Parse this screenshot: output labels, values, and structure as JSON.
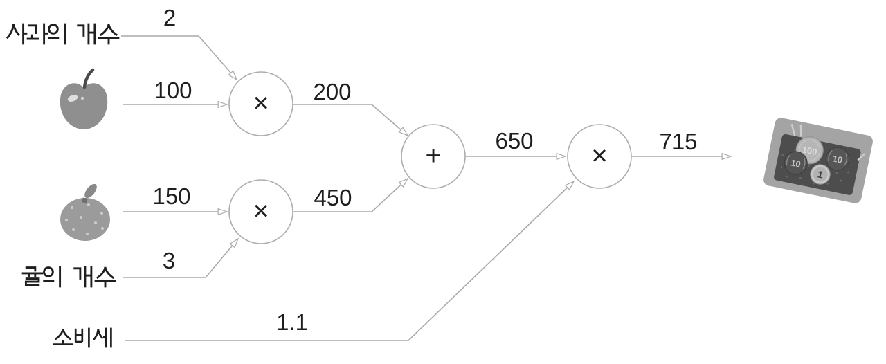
{
  "diagram": {
    "type": "computational-graph",
    "labels": {
      "apple_count": "사과의 개수",
      "orange_count": "귤의 개수",
      "tax": "소비세"
    },
    "edge_values": {
      "apple_count": "2",
      "apple_price": "100",
      "apple_subtotal": "200",
      "orange_price": "150",
      "orange_count": "3",
      "orange_subtotal": "450",
      "fruit_total": "650",
      "tax_rate": "1.1",
      "final_total": "715"
    },
    "nodes": [
      {
        "op": "×"
      },
      {
        "op": "×"
      },
      {
        "op": "+"
      },
      {
        "op": "×"
      }
    ],
    "coin_tray": {
      "coins": [
        "100",
        "10",
        "10",
        "1"
      ]
    },
    "colors": {
      "line": "#a9a9a9",
      "text": "#1e1e1e",
      "background": "#ffffff"
    }
  }
}
